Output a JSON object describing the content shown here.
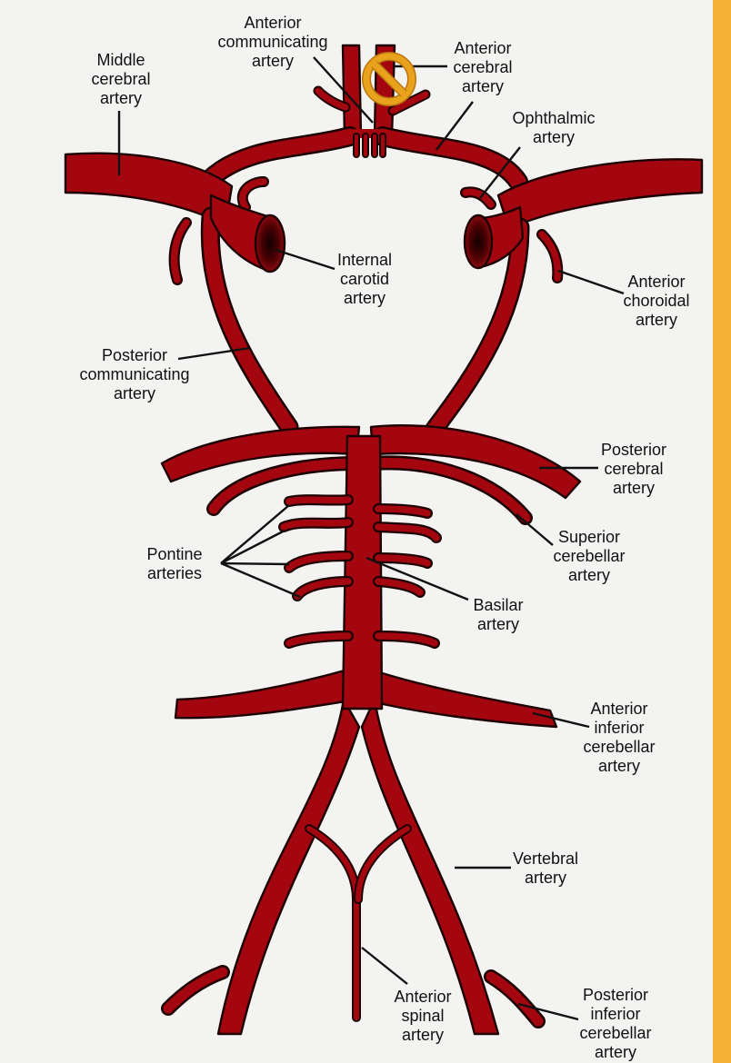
{
  "diagram": {
    "colors": {
      "artery": "#a3060f",
      "outline": "#1c0000",
      "background": "#f3f3f2",
      "side_bar": "#f5b335",
      "blocked_icon": "#e9a21c"
    },
    "icons": [
      "blocked-icon"
    ],
    "labels": {
      "anterior_communicating": "Anterior\ncommunicating\nartery",
      "middle_cerebral": "Middle\ncerebral\nartery",
      "anterior_cerebral": "Anterior\ncerebral\nartery",
      "ophthalmic": "Ophthalmic\nartery",
      "internal_carotid": "Internal\ncarotid\nartery",
      "anterior_choroidal": "Anterior\nchoroidal\nartery",
      "posterior_communicating": "Posterior\ncommunicating\nartery",
      "posterior_cerebral": "Posterior\ncerebral\nartery",
      "superior_cerebellar": "Superior\ncerebellar\nartery",
      "pontine": "Pontine\narteries",
      "basilar": "Basilar\nartery",
      "anterior_inferior_cerebellar": "Anterior\ninferior\ncerebellar\nartery",
      "vertebral": "Vertebral\nartery",
      "anterior_spinal": "Anterior\nspinal\nartery",
      "posterior_inferior_cerebellar": "Posterior\ninferior\ncerebellar\nartery"
    }
  }
}
